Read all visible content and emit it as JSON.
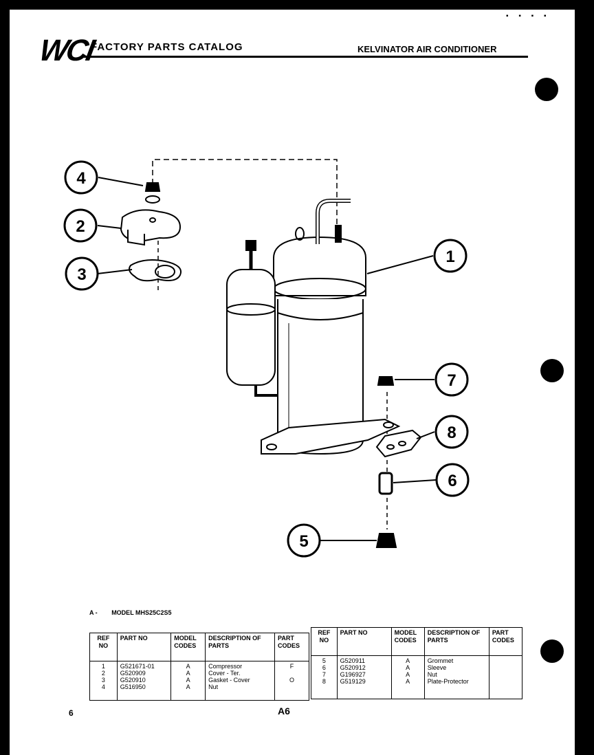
{
  "header": {
    "logo": "WCI",
    "catalog_title": "FACTORY PARTS CATALOG",
    "product": "KELVINATOR AIR CONDITIONER"
  },
  "callouts": [
    "1",
    "2",
    "3",
    "4",
    "5",
    "6",
    "7",
    "8"
  ],
  "model_line": {
    "code": "A -",
    "model": "MODEL MHS25C2S5"
  },
  "table_headers": {
    "ref_no": "REF\nNO",
    "part_no": "PART\nNO",
    "model_codes": "MODEL\nCODES",
    "description": "DESCRIPTION\nOF PARTS",
    "part_codes": "PART\nCODES"
  },
  "left_rows": {
    "ref": "1\n2\n3\n4",
    "part": "G521671-01\nG520909\nG520910\nG516950",
    "model": "A\nA\nA\nA",
    "desc": "Compressor\nCover - Ter.\nGasket - Cover\nNut",
    "codes": "F\n\nO\n"
  },
  "right_rows": {
    "ref": "5\n6\n7\n8",
    "part": "G520911\nG520912\nG196927\nG519129",
    "model": "A\nA\nA\nA",
    "desc": "Grommet\nSleeve\nNut\nPlate-Protector",
    "codes": ""
  },
  "footer": {
    "left": "6",
    "page": "A6"
  }
}
